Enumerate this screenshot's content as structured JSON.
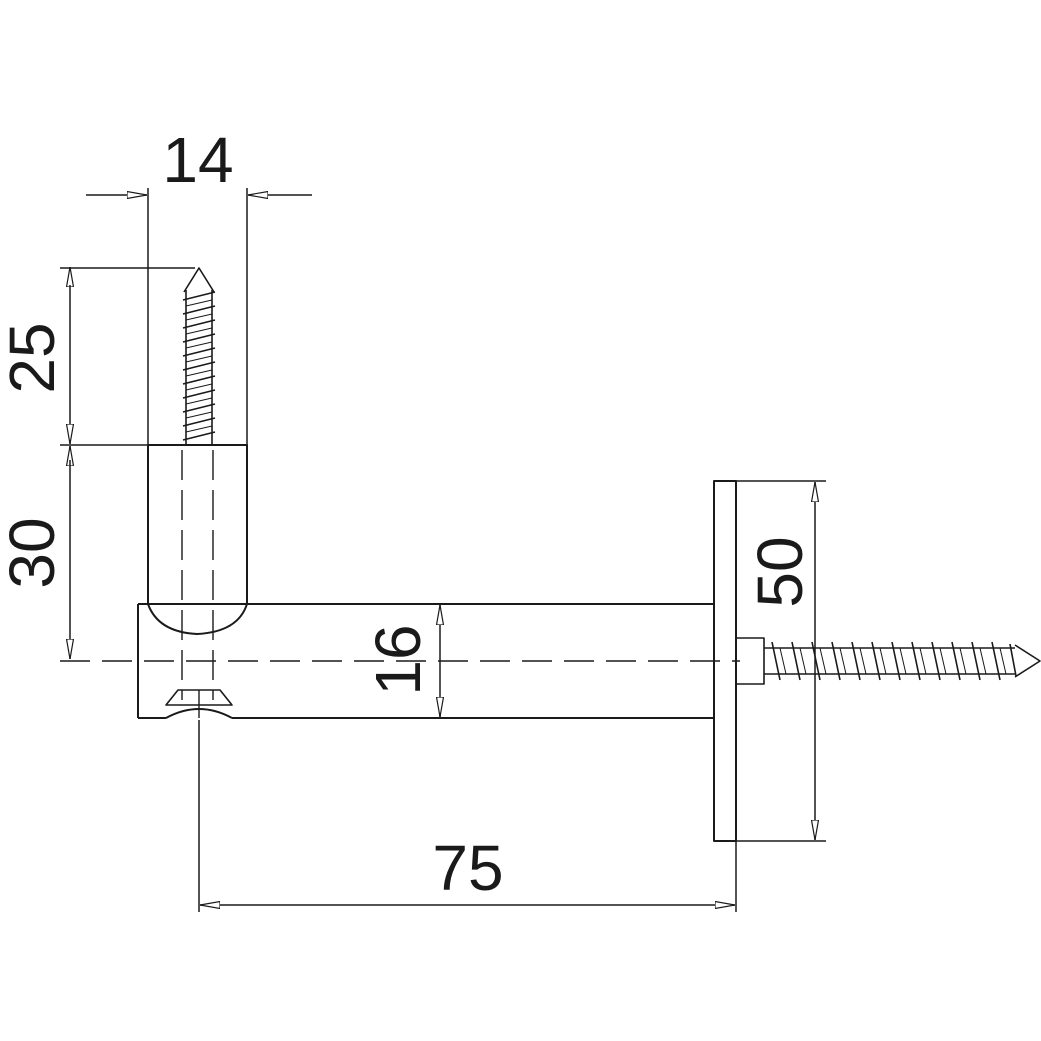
{
  "drawing": {
    "line_color": "#1a1a1a",
    "background": "#ffffff",
    "dimensions": {
      "top_width": "14",
      "screw_length_vertical": "25",
      "vertical_height": "30",
      "bar_thickness": "16",
      "plate_height": "50",
      "bar_length": "75"
    }
  }
}
